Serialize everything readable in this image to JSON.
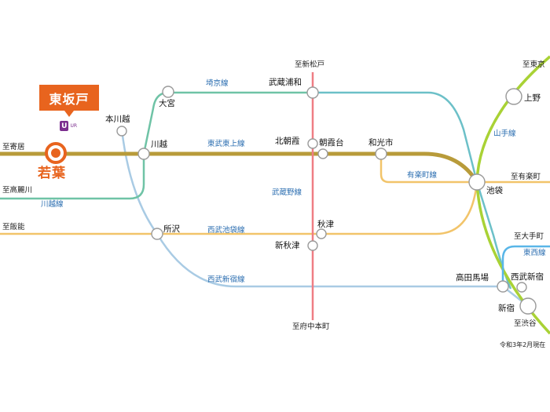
{
  "colors": {
    "tobu_tojo": "#b89b3a",
    "kawagoe": "#6fc3a6",
    "saikyo": "#6fc3a6",
    "shonan_loop": "#6cc0c8",
    "yurakucho": "#f2c46a",
    "seibu_ikebukuro": "#f2c46a",
    "seibu_shinjuku": "#a9cbe4",
    "musashino": "#ef7d84",
    "yamanote": "#a9d235",
    "tozai": "#59b6e8",
    "home": "#e8641e",
    "line_label": "#2a6db0"
  },
  "home": {
    "callout": "東坂戸",
    "station": "若葉",
    "logo_text": "UR"
  },
  "stations": {
    "omiya": "大宮",
    "musashi_urawa": "武蔵浦和",
    "kawagoe": "川越",
    "hon_kawagoe": "本川越",
    "kita_asaka": "北朝霞",
    "asakadai": "朝霞台",
    "wakoshi": "和光市",
    "ikebukuro": "池袋",
    "ueno": "上野",
    "tokorozawa": "所沢",
    "akitsu": "秋津",
    "shin_akitsu": "新秋津",
    "takadanobaba": "高田馬場",
    "nishi_waseda": "西武新宿",
    "shinjuku": "新宿"
  },
  "lines": {
    "saikyo": "埼京線",
    "tobu_tojo": "東武東上線",
    "musashino": "武蔵野線",
    "yurakucho": "有楽町線",
    "yamanote": "山手線",
    "seibu_ikebukuro": "西武池袋線",
    "seibu_shinjuku": "西武新宿線",
    "kawagoe": "川越線",
    "tozai": "東西線"
  },
  "destinations": {
    "yorii": "至寄居",
    "komagawa": "至高麗川",
    "hanno": "至飯能",
    "shin_matsudo": "至新松戸",
    "fuchu_hommachi": "至府中本町",
    "tokyo": "至東京",
    "yurakucho": "至有楽町",
    "otemachi": "至大手町",
    "shibuya": "至渋谷"
  },
  "note": "令和3年2月現在"
}
